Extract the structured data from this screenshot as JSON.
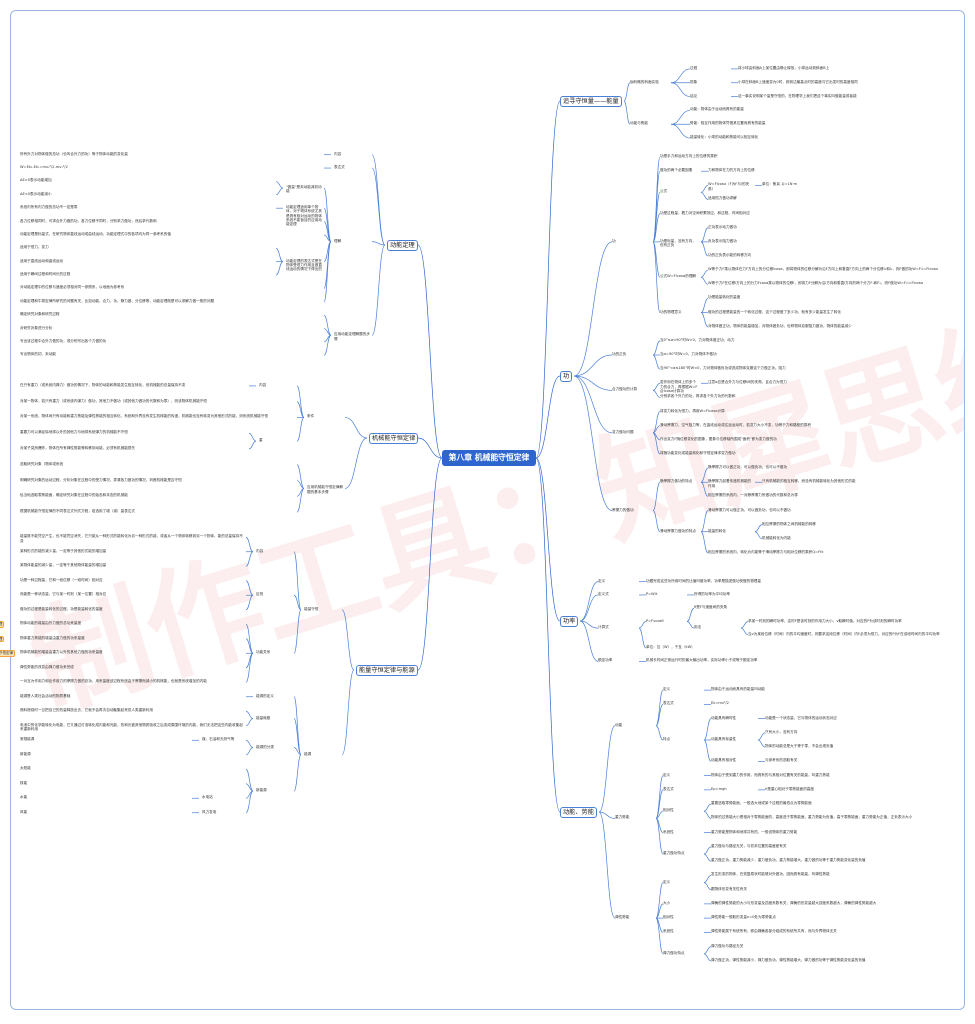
{
  "root": "第八章 机械能守恒定律",
  "watermark": "制作工具：知犀思维导图",
  "branches": {
    "energy": {
      "label": "追寻守恒量——能量",
      "items": [
        {
          "t": "伽利略的斜面实验",
          "c": [
            {
              "t": "过程",
              "c": [
                {
                  "t": "将小球由斜面A上某位置由静止释放，小球运动到斜面B上"
                }
              ]
            },
            {
              "t": "现象",
              "c": [
                {
                  "t": "小球在斜面B上速度变为0时，即到达最高点时的高度与它出发时的高度相同"
                }
              ]
            },
            {
              "t": "结论",
              "c": [
                {
                  "t": "这一事实说明某个量是守恒的，在物理学上我们把这个事实叫做能量或者能"
                }
              ]
            }
          ]
        },
        {
          "t": "动能与势能",
          "c": [
            {
              "t": "动能：物体由于运动而具有的能量"
            },
            {
              "t": "势能：相互作用的物体凭借其位置而具有的能量"
            },
            {
              "t": "能量转化：小球的动能和势能可以相互转化"
            }
          ]
        }
      ]
    },
    "work": {
      "label": "功",
      "items": [
        {
          "t": "功",
          "c": [
            {
              "t": "功是手力和运动方向上的位移的乘积"
            },
            {
              "t": "做功的两个必要因素",
              "c": [
                {
                  "t": "力和物体在力的方向上的位移"
                }
              ]
            },
            {
              "t": "公式",
              "c": [
                {
                  "t": "W=Flcosα（F为F与l的夹角）",
                  "c": [
                    {
                      "t": "单位：焦耳 1J=1N·m"
                    }
                  ]
                },
                {
                  "t": "适用恒力做功求解"
                }
              ]
            },
            {
              "t": "功是过程量，着力对空间积累效应，和过程、时间相对应"
            },
            {
              "t": "功是标量，没有方向，但有正负",
              "c": [
                {
                  "t": "正功表示动力做功"
                },
                {
                  "t": "负功表示阻力做功"
                },
                {
                  "t": "功的正负表示能的转移方向"
                }
              ]
            },
            {
              "t": "公式W=Flcosα的理解",
              "c": [
                {
                  "t": "W等于力F乘以物体在力F方向上的分位移lcosα，即将物体的位移分解为沿F方向上和垂直F方向上的两个分位移l₁和l₂，则F做的功W=F₁l=Flcosα"
                },
                {
                  "t": "W等于力F在位移l方向上的分力Fcosα乘以物体的位移l，即将力F分解为沿l方向和垂直l方向的两个分力F₁和F₂，则F做功W=F₁l=Flcosα"
                }
              ]
            },
            {
              "t": "功的物理意义",
              "c": [
                {
                  "t": "功是能量转化的量度"
                },
                {
                  "t": "做功的过程是能量的一个转化过程，这个过程做了多少功，就有多少能量发生了转化"
                },
                {
                  "t": "对物体做正功，物体的能量增加，对物体做负功，也称物体克服阻力做功，物体的能量减少"
                }
              ]
            }
          ]
        },
        {
          "t": "功的正负",
          "c": [
            {
              "t": "当0°≤α<90°时W>0，力对物体做正功，动力"
            },
            {
              "t": "当α=90°时W=0，力对物体不做功"
            },
            {
              "t": "当90°<α≤180°时W<0，力对物体做负功或说成物体克服这个力做正功，阻力"
            }
          ]
        },
        {
          "t": "合力做功的计算",
          "c": [
            {
              "t": "若作用在物体上的多个力的合力，再根据W=F合lcosα计算功",
              "c": [
                {
                  "t": "注意α应是合外力与位移l间的夹角，且合力为恒力"
                }
              ]
            },
            {
              "t": "分别求各个外力的功，再求各个外力功的代数和"
            }
          ]
        },
        {
          "t": "变力做功问题",
          "c": [
            {
              "t": "将变力转化为恒力，再用W=Flcosα计算"
            },
            {
              "t": "滑动摩擦力、空气阻力等，在曲线运动或往返运动时，若变力大小不变，功等于力和路程的乘积"
            },
            {
              "t": "作出变力F随位移变化的图象，图象与位移轴所围成\"面积\"即为变力做的功"
            },
            {
              "t": "将随功能变化或能量转化和守恒定律求变力做功"
            }
          ]
        },
        {
          "t": "摩擦力的做功",
          "c": [
            {
              "t": "静摩擦力做功的特点",
              "c": [
                {
                  "t": "静摩擦力可以做正功，可以做负功，也可以不做功"
                },
                {
                  "t": "静摩擦力起着传递机械能的作用",
                  "c": [
                    {
                      "t": "只有机械能的相互转移，而没有机械能转化为其他形式的能"
                    }
                  ]
                },
                {
                  "t": "相互摩擦的系统内，一对静摩擦力所做功的代数和总为零"
                }
              ]
            },
            {
              "t": "滑动摩擦力做功的特点",
              "c": [
                {
                  "t": "滑动摩擦力可以做正功，可以做负功，也可以不做功"
                },
                {
                  "t": "能量的转化",
                  "c": [
                    {
                      "t": "相互摩擦的物体之间机械能的转移"
                    },
                    {
                      "t": "机械能转化为内能"
                    }
                  ]
                },
                {
                  "t": "相互摩擦的系统内，转化为内能等于滑动摩擦力与相对位移的乘积Q=Ffx"
                }
              ]
            }
          ]
        }
      ]
    },
    "power": {
      "label": "功率",
      "items": [
        {
          "t": "定义",
          "c": [
            {
              "t": "功跟完成这些功所用时间的比值叫做功率，功率是描述做功快慢的物理量"
            }
          ]
        },
        {
          "t": "定义式",
          "c": [
            {
              "t": "P=W/t",
              "c": [
                {
                  "t": "所得的功率为平均功率"
                }
              ]
            }
          ]
        },
        {
          "t": "计算式",
          "c": [
            {
              "t": "P=Fvcosθ",
              "c": [
                {
                  "t": "θ是F与速度间的夹角"
                },
                {
                  "t": "用法",
                  "c": [
                    {
                      "t": "求某一时刻的瞬时功率，这时F是该时刻的作用力大小，v取瞬时值，对应的P为该时刻的瞬时功率"
                    },
                    {
                      "t": "当v为某段位移（时间）内的平均速度时，则要求这段位移（时间）内F必须为恒力，对应的P为F在该段时间内的平均功率"
                    }
                  ]
                }
              ]
            },
            {
              "t": "单位：瓦（W），千瓦（kW）"
            }
          ]
        },
        {
          "t": "额定功率",
          "c": [
            {
              "t": "机械长时间正常运行时的最大输出功率。实际功率小于或等于额定功率"
            }
          ]
        }
      ]
    },
    "kinetic": {
      "label": "动能、势能",
      "items": [
        {
          "t": "动能",
          "c": [
            {
              "t": "定义",
              "c": [
                {
                  "t": "物体由于运动而具有的能量叫动能"
                }
              ]
            },
            {
              "t": "表达式",
              "c": [
                {
                  "t": "Ek=mv²/2"
                }
              ]
            },
            {
              "t": "特点",
              "c": [
                {
                  "t": "动能具有瞬时性",
                  "c": [
                    {
                      "t": "动能是一个状态量，它与物体的运动状态对应"
                    }
                  ]
                },
                {
                  "t": "动能具有标量性",
                  "c": [
                    {
                      "t": "只有大小，没有方向"
                    },
                    {
                      "t": "物体的动能总是大于等于零，不会出现负值"
                    }
                  ]
                },
                {
                  "t": "动能具有相对性",
                  "c": [
                    {
                      "t": "与参考系的选取有关"
                    }
                  ]
                }
              ]
            }
          ]
        },
        {
          "t": "重力势能",
          "c": [
            {
              "t": "定义",
              "c": [
                {
                  "t": "物体由于受到重力的作用，而具有的与其相对位置有关的能量，叫重力势能"
                }
              ]
            },
            {
              "t": "表达式",
              "c": [
                {
                  "t": "Ep=mgh",
                  "c": [
                    {
                      "t": "h是重心相对于零势能面的高度"
                    }
                  ]
                }
              ]
            },
            {
              "t": "相对性",
              "c": [
                {
                  "t": "重要选取零势能面，一般选大地或某个过程的最低点为零势能面"
                },
                {
                  "t": "物体的过势能大小是相对于零势能面的，高度选于零势能面，重力势能为负值，高于零势能面，重力势能为正值，正负表示大小"
                }
              ]
            },
            {
              "t": "系统性",
              "c": [
                {
                  "t": "重力势能是物体和地球共有的，一般说物体的重力势能"
                }
              ]
            },
            {
              "t": "重力做功特点",
              "c": [
                {
                  "t": "重力做功与路径无关，与初末位置的高度差有关"
                },
                {
                  "t": "重力做正功，重力势能减少，重力做负功，重力势能增大，重力做的功等于重力势能变化量的负值"
                }
              ]
            }
          ]
        },
        {
          "t": "弹性势能",
          "c": [
            {
              "t": "定义",
              "c": [
                {
                  "t": "发生形变的物体，在恢复原状时能够对外做功，因而具有能量，叫弹性势能"
                },
                {
                  "t": "跟物体形变有关性有关"
                }
              ]
            },
            {
              "t": "大小",
              "c": [
                {
                  "t": "弹簧的弹性势能的大小与形变量及劲度系数有关，弹簧的形变量越大劲度系数越大，弹簧的弹性势能越大"
                }
              ]
            },
            {
              "t": "相对性",
              "c": [
                {
                  "t": "弹性势能一般取形变量x=0处为零势能点"
                }
              ]
            },
            {
              "t": "系统性",
              "c": [
                {
                  "t": "弹性势能属于系统所有，即由弹簧各部分组成的系统所共有，而与外界物体无关"
                }
              ]
            },
            {
              "t": "弹力做功特点",
              "c": [
                {
                  "t": "弹力做功与路径无关"
                },
                {
                  "t": "弹力做正功，弹性势能减小，弹力做负功，弹性势能增大，弹力做的功等于弹性势能变化量的负值"
                }
              ]
            }
          ]
        }
      ]
    },
    "theorem": {
      "label": "动能定理",
      "items": [
        {
          "t": "内容",
          "c": [
            {
              "t": "所有外力对物体做的总功（也叫合外力的功）等于物体动能的变化量"
            }
          ]
        },
        {
          "t": "表达式",
          "c": [
            {
              "t": "W=Ek₂-Ek₁=mv₂²/2-mv₁²/2"
            }
          ]
        },
        {
          "t": "理解",
          "c": [
            {
              "t": "\"做量\"是末动能减初动能",
              "c": [
                {
                  "t": "ΔE>0表示动能增加"
                },
                {
                  "t": "ΔE<0表示动能减小"
                }
              ]
            },
            {
              "t": "动能定理适用单个物体，对于物体系统尤其是具有相对运动的物体系统不能盲目的应用动能定理",
              "c": [
                {
                  "t": "系统内所有内力做的总功不一定是零"
                }
              ]
            },
            {
              "t": "各力位移相同时，可求合外力做的功，各力位移不同时，分别求力做功，然后求代数和"
            },
            {
              "t": "动能定理是标量式，在研究物体直线运动或曲线运动、功能定理式中的各项均为同一参考系的值"
            },
            {
              "t": "动能定理的表达式是在物体受恒力作用且做直线运动的情况下得出的",
              "c": [
                {
                  "t": "适用于恒力、变力"
                },
                {
                  "t": "适用于直线运动和曲线运动"
                },
                {
                  "t": "适用于瞬间过程和时间长的过程"
                }
              ]
            },
            {
              "t": "对动能定理中的位移与速度必须相对同一参照系，以地面为参考系"
            },
            {
              "t": "动能定理和牛顿定律所研究的问题有关，比如动能、合力、功、静力做、分位移等，动能定理既是可以求解力做一般的问题"
            }
          ]
        },
        {
          "t": "应用动能定理解题的步骤",
          "c": [
            {
              "t": "确定研究对象和研究过程"
            },
            {
              "t": "对研究对象进行分析"
            },
            {
              "t": "写出该过程中合外力做的功，或分别写出各个力做的功"
            },
            {
              "t": "写出物体的初、末动能"
            }
          ]
        }
      ]
    },
    "conservation": {
      "label": "机械能守恒定律",
      "items": [
        {
          "t": "条件",
          "c": [
            {
              "t": "内容",
              "c": [
                {
                  "t": "在只有重力（或系统内弹力）做功的情况下，物体的动能和势能发生相互转化，但机械能的总量保持不变"
                }
              ]
            },
            {
              "t": "对某一物体，若只有重力（或系统内弹力）做功，其他力不做功（或其他力做功的代数和为零），则该物体机械能守恒"
            },
            {
              "t": "对某一系统，物体间只有动能和重力势能及弹性势能的相互转化，系统和外界没有发生机械能的传递，机械能也没有转变为其他形式的能，则系统机械能守恒"
            },
            {
              "t": "重",
              "c": [
                {
                  "t": "重要力可以满足除地球以外的其他力与地球系统弹力的机械能不守恒"
                },
                {
                  "t": "对某子突然爆炸，物体在所有弹性势能等转移到动能，必须有机械能损失"
                }
              ]
            }
          ]
        },
        {
          "t": "应用机械能守恒定律解题的基本步骤",
          "c": [
            {
              "t": "选取研究对象（物体或系统"
            },
            {
              "t": "明确研究对象的运动过程，分析对象在过程中的受力情况，弄清各力做功的情况，判断机械能是否守恒"
            },
            {
              "t": "恰当地选取零势能面，确定研究对象在过程中的始态和末态的机械能"
            },
            {
              "t": "根据机械能守恒定律的不同表达式列式方程，若选用了增（减）量表达式"
            }
          ]
        }
      ]
    },
    "law": {
      "label": "能量守恒定律与能源",
      "items": [
        {
          "t": "能量守恒",
          "c": [
            {
              "t": "内容",
              "c": [
                {
                  "t": "能量既不能凭空产生，也不能凭空消失，它只能从一种形式的能转化为另一种形式的能，或者从一个物体转移到另一个物体，能的总量保持不变"
                },
                {
                  "t": "某种形式的能的减少量，一定等于其他形式能的增加量"
                },
                {
                  "t": "某物体能量的减少量，一定等于其他物体能量的增加量"
                }
              ]
            },
            {
              "t": "区别",
              "c": [
                {
                  "t": "功是一种过程量，它和一段位移（一段时间）相对应"
                },
                {
                  "t": "而能是一种状态量，它与某一时刻（某一位置）相对应"
                },
                {
                  "t": "做功的过程是能量转化的过程，功是能量转化的量度"
                }
              ]
            },
            {
              "t": "功能关系",
              "c": [
                {
                  "t": "物体动能的增量由外力做的总功来量度",
                  "tag": "动能定理"
                },
                {
                  "t": "物体重力势能的增量由重力做的功来量度",
                  "tag": "势能定理"
                },
                {
                  "t": "物体机械能的增量由重力以外的其他力做的功来量度",
                  "tag": "机械能守恒定律"
                },
                {
                  "t": "弹性势能的改变由弹力做功来完成"
                },
                {
                  "t": "一对互为作用力和反作用力的摩擦力做的总功，用来量度该过程系统由于摩擦而减小的机械能，也就是系统增加的内能"
                }
              ]
            }
          ]
        },
        {
          "t": "能源",
          "c": [
            {
              "t": "能源的定义",
              "c": [
                {
                  "t": "能源是人类社会活动的物质基础"
                }
              ]
            },
            {
              "t": "能量耗散",
              "c": [
                {
                  "t": "燃料燃烧时一旦把自己的热量释放出去，它就不会再次自动聚集起来供人类重新利用"
                },
                {
                  "t": "电池中的化学能转化为电能，它又通过灯泡转化成内能和光能，热和光被其他物质吸收之后变成周围环境的内能，我们无法把这些内能收集起来重新利用"
                }
              ]
            },
            {
              "t": "能源的分类",
              "c": [
                {
                  "t": "煤、石油和天然气等",
                  "c": [
                    {
                      "t": "常规能源"
                    }
                  ]
                },
                {
                  "t": "新能源"
                }
              ]
            },
            {
              "t": "新能源",
              "c": [
                {
                  "t": "太阳能"
                },
                {
                  "t": "核能"
                },
                {
                  "t": "水电站",
                  "c": [
                    {
                      "t": "水能"
                    }
                  ]
                },
                {
                  "t": "风力发电",
                  "c": [
                    {
                      "t": "风能"
                    }
                  ]
                }
              ]
            }
          ]
        }
      ]
    }
  }
}
